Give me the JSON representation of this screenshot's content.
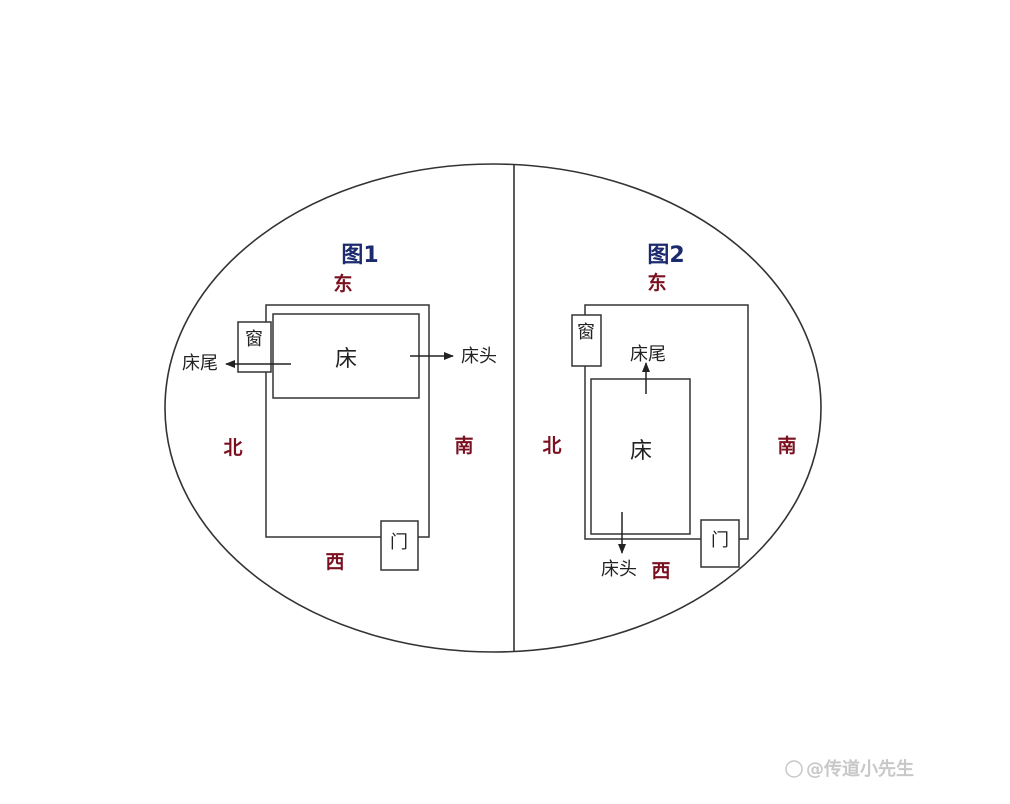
{
  "colors": {
    "title": "#1c2a6e",
    "direction": "#7a1020",
    "line": "#333333",
    "text": "#222222",
    "watermark": "#c8c8c8"
  },
  "figure1": {
    "title": "图1",
    "east": "东",
    "west": "西",
    "north": "北",
    "south": "南",
    "window": "窗",
    "bed": "床",
    "door": "门",
    "bed_foot": "床尾",
    "bed_head": "床头"
  },
  "figure2": {
    "title": "图2",
    "east": "东",
    "west": "西",
    "north": "北",
    "south": "南",
    "window": "窗",
    "bed": "床",
    "door": "门",
    "bed_foot": "床尾",
    "bed_head": "床头"
  },
  "watermark": {
    "text": "@传道小先生"
  }
}
